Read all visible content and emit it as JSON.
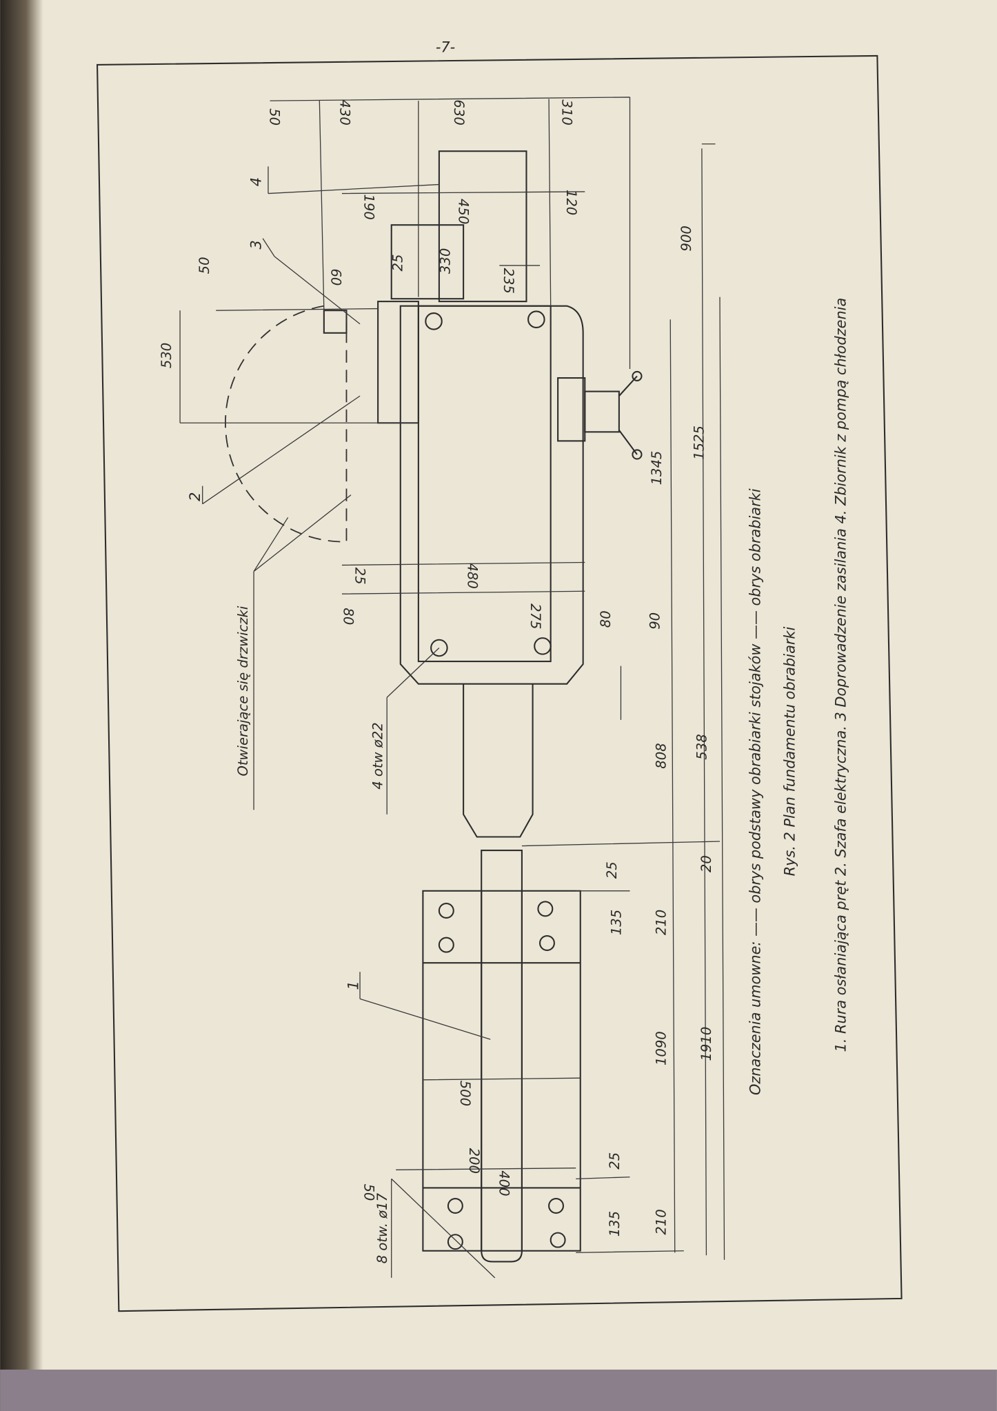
{
  "page_number": "-7-",
  "callouts": {
    "item1": "1",
    "item2": "2",
    "item3": "3",
    "item4": "4",
    "holes_22": "4 otw ø22",
    "holes_17": "8 otw. ø17",
    "door": "Otwierające się drzwiczki"
  },
  "legend": {
    "line1": "Oznaczenia umowne: —— obrys podstawy obrabiarki stojaków —— obrys obrabiarki",
    "caption": "Rys. 2 Plan fundamentu obrabiarki",
    "items": "1. Rura osłaniająca pręt  2. Szafa elektryczna.  3 Doprowadzenie zasilania  4. Zbiornik z pompą chłodzenia"
  },
  "dimensions": [
    "50",
    "430",
    "630",
    "310",
    "190",
    "450",
    "120",
    "60",
    "235",
    "25",
    "480",
    "275",
    "80",
    "500",
    "200",
    "400",
    "50",
    "530",
    "50",
    "25",
    "330",
    "900",
    "1525",
    "1345",
    "80",
    "90",
    "808",
    "538",
    "20",
    "25",
    "135",
    "210",
    "1090",
    "1910",
    "25",
    "135",
    "210"
  ],
  "colors": {
    "paper": "#ece6d6",
    "ink": "#2d2d2d",
    "binding": "#3b352d",
    "bottom_strip": "#8a7f8a"
  }
}
